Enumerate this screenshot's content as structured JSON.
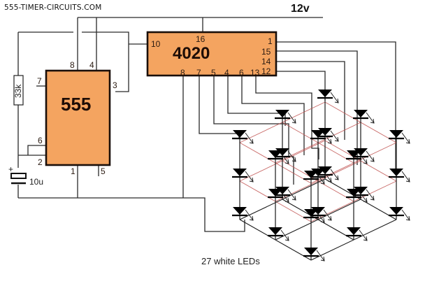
{
  "header": {
    "site_label": "555-TIMER-CIRCUITS.COM",
    "supply_label": "12v"
  },
  "ic_555": {
    "label": "555",
    "pins": {
      "p1": "1",
      "p2": "2",
      "p3": "3",
      "p4": "4",
      "p5": "5",
      "p6": "6",
      "p7": "7",
      "p8": "8"
    }
  },
  "ic_4020": {
    "label": "4020",
    "pins": {
      "p10": "10",
      "p16": "16",
      "p1": "1",
      "p15": "15",
      "p14": "14",
      "p12": "12",
      "p8": "8",
      "p7": "7",
      "p5": "5",
      "p4": "4",
      "p6": "6",
      "p13": "13"
    }
  },
  "resistor": {
    "value": "33k"
  },
  "capacitor": {
    "value": "10u",
    "polarity": "+"
  },
  "led_cube": {
    "caption": "27 white LEDs",
    "led_count": 27,
    "layers": 3,
    "columns": 9
  },
  "colors": {
    "chip_fill": "#f4a460",
    "chip_border": "#1a0f0a",
    "layer_grid": "#c0504d",
    "wire": "#2a2a2a"
  }
}
